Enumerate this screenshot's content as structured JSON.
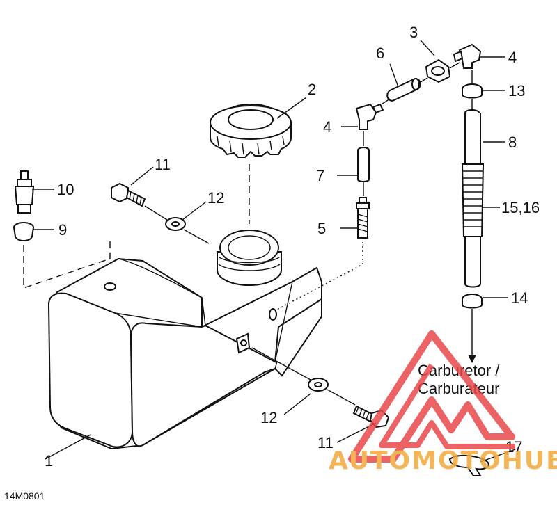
{
  "callouts": {
    "c1": "1",
    "c2": "2",
    "c3": "3",
    "c4a": "4",
    "c4b": "4",
    "c5": "5",
    "c6": "6",
    "c7": "7",
    "c8": "8",
    "c9": "9",
    "c10": "10",
    "c11a": "11",
    "c11b": "11",
    "c12a": "12",
    "c12b": "12",
    "c13": "13",
    "c14": "14",
    "c1516": "15,16",
    "c17": "17"
  },
  "destination": {
    "line1": "Carburetor /",
    "line2": "Carburateur"
  },
  "figure_code": "14M0801",
  "watermark": {
    "text": "AUTOMOTOHUB",
    "accent_color": "#e8484a",
    "text_color": "#f2a93b"
  }
}
